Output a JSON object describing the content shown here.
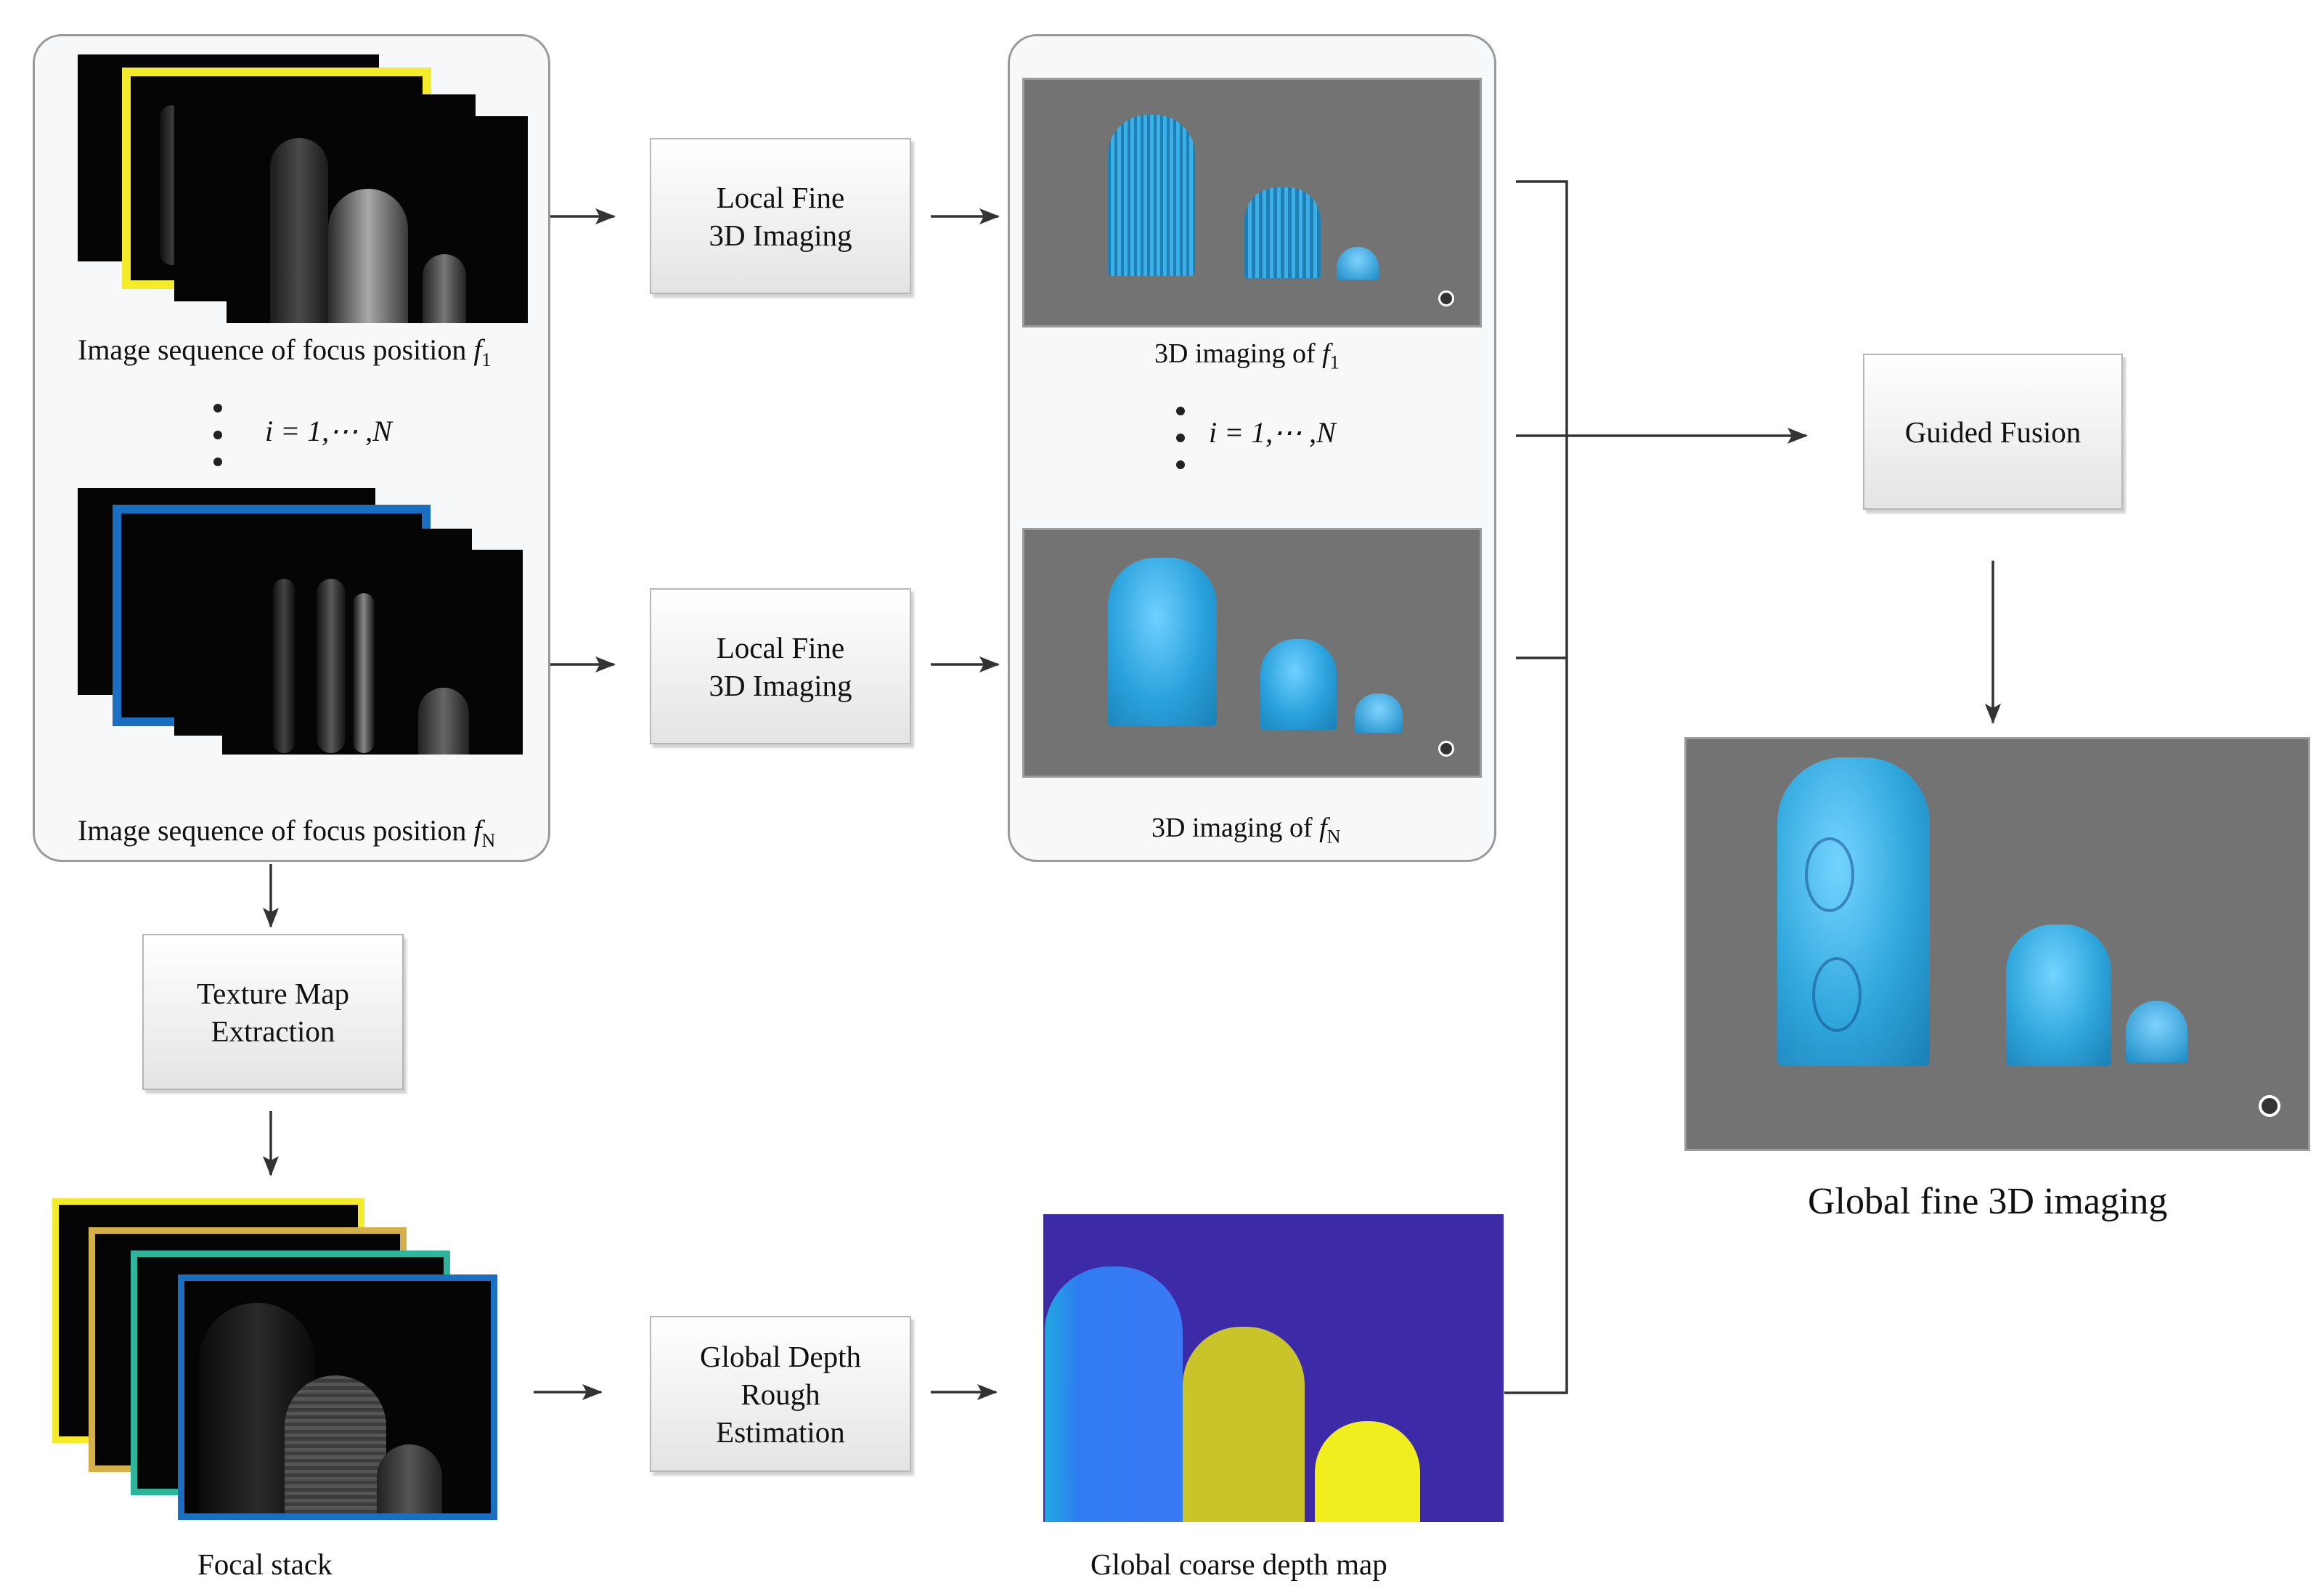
{
  "left_panel": {
    "caption_top": {
      "text": "Image sequence of focus position ",
      "var": "f",
      "sub": "1"
    },
    "index": "i = 1,⋯ ,N",
    "caption_bottom": {
      "text": "Image sequence of focus position ",
      "var": "f",
      "sub": "N"
    }
  },
  "process_boxes": {
    "local_fine_1": [
      "Local  Fine",
      "3D Imaging"
    ],
    "local_fine_n": [
      "Local  Fine",
      "3D Imaging"
    ],
    "texture_map": [
      "Texture Map",
      "Extraction"
    ],
    "global_depth": [
      "Global Depth",
      "Rough",
      "Estimation"
    ],
    "guided_fusion": [
      "Guided Fusion"
    ]
  },
  "middle_panel": {
    "caption_top": {
      "text": "3D imaging of ",
      "var": "f",
      "sub": "1"
    },
    "index": "i = 1,⋯ ,N",
    "caption_bottom": {
      "text": "3D imaging of ",
      "var": "f",
      "sub": "N"
    }
  },
  "focal_stack_label": "Focal stack",
  "depth_map_label": "Global coarse depth map",
  "global_fine_label": "Global fine 3D imaging",
  "colors": {
    "highlight_yellow": "#f4ec2a",
    "highlight_blue": "#1a6fc0",
    "stack_gold": "#d4b04a",
    "stack_teal": "#2fb59c",
    "finger_blue": "#2fa6dc",
    "viewer_gray": "#737373",
    "depth_bg": "#3c2aa6",
    "depth_blue": "#2f7cf2",
    "depth_olive": "#c9c42a",
    "depth_yellow": "#f0ee1e"
  }
}
